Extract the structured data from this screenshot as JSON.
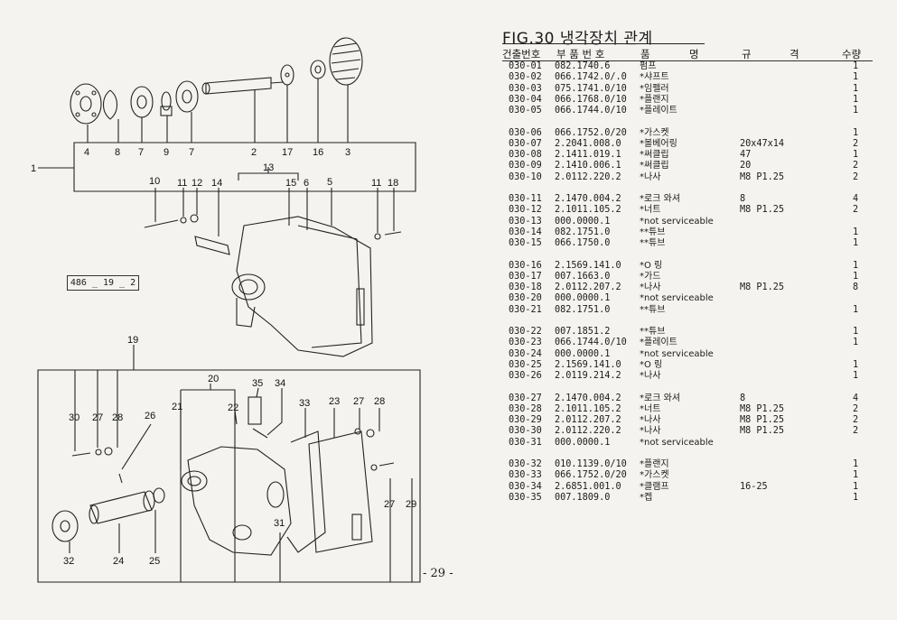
{
  "title": "FIG.30 냉각장치 관계",
  "headers": {
    "code": "건출번호",
    "part_no": "부 품 번 호",
    "name_a": "품",
    "name_b": "명",
    "spec_a": "규",
    "spec_b": "격",
    "qty": "수량"
  },
  "diagram": {
    "ref_box": "486 _ 19 _ 2",
    "top_numbers": [
      "4",
      "8",
      "7",
      "9",
      "7",
      "2",
      "17",
      "16",
      "3"
    ],
    "mid_numbers": [
      "1",
      "13",
      "10",
      "11",
      "12",
      "14",
      "15",
      "6",
      "5",
      "11",
      "18"
    ],
    "lower_group": "19",
    "lower_numbers": [
      "30",
      "27",
      "28",
      "26",
      "20",
      "21",
      "22",
      "35",
      "34",
      "33",
      "23",
      "27",
      "28",
      "27",
      "29",
      "31",
      "32",
      "24",
      "25"
    ]
  },
  "parts": [
    {
      "code": "030-01",
      "part": "082.1740.6",
      "name": "펌프",
      "spec": "",
      "qty": "1"
    },
    {
      "code": "030-02",
      "part": "066.1742.0/.0",
      "name": "*샤프트",
      "spec": "",
      "qty": "1"
    },
    {
      "code": "030-03",
      "part": "075.1741.0/10",
      "name": "*임펠러",
      "spec": "",
      "qty": "1"
    },
    {
      "code": "030-04",
      "part": "066.1768.0/10",
      "name": "*플랜지",
      "spec": "",
      "qty": "1"
    },
    {
      "code": "030-05",
      "part": "066.1744.0/10",
      "name": "*플레이트",
      "spec": "",
      "qty": "1"
    },
    {
      "code": "",
      "part": "",
      "name": "",
      "spec": "",
      "qty": ""
    },
    {
      "code": "030-06",
      "part": "066.1752.0/20",
      "name": "*가스켓",
      "spec": "",
      "qty": "1"
    },
    {
      "code": "030-07",
      "part": "2.2041.008.0",
      "name": "*볼베어링",
      "spec": "20x47x14",
      "qty": "2"
    },
    {
      "code": "030-08",
      "part": "2.1411.019.1",
      "name": "*써클립",
      "spec": "47",
      "qty": "1"
    },
    {
      "code": "030-09",
      "part": "2.1410.006.1",
      "name": "*써클립",
      "spec": "20",
      "qty": "2"
    },
    {
      "code": "030-10",
      "part": "2.0112.220.2",
      "name": "*나사",
      "spec": "M8 P1.25",
      "qty": "2"
    },
    {
      "code": "",
      "part": "",
      "name": "",
      "spec": "",
      "qty": ""
    },
    {
      "code": "030-11",
      "part": "2.1470.004.2",
      "name": "*로크 와셔",
      "spec": "8",
      "qty": "4"
    },
    {
      "code": "030-12",
      "part": "2.1011.105.2",
      "name": "*너트",
      "spec": "M8 P1.25",
      "qty": "2"
    },
    {
      "code": "030-13",
      "part": "000.0000.1",
      "name": "*not serviceable",
      "spec": "",
      "qty": ""
    },
    {
      "code": "030-14",
      "part": "082.1751.0",
      "name": "**튜브",
      "spec": "",
      "qty": "1"
    },
    {
      "code": "030-15",
      "part": "066.1750.0",
      "name": "**튜브",
      "spec": "",
      "qty": "1"
    },
    {
      "code": "",
      "part": "",
      "name": "",
      "spec": "",
      "qty": ""
    },
    {
      "code": "030-16",
      "part": "2.1569.141.0",
      "name": "*O 링",
      "spec": "",
      "qty": "1"
    },
    {
      "code": "030-17",
      "part": "007.1663.0",
      "name": "*가드",
      "spec": "",
      "qty": "1"
    },
    {
      "code": "030-18",
      "part": "2.0112.207.2",
      "name": "*나사",
      "spec": "M8 P1.25",
      "qty": "8"
    },
    {
      "code": "030-20",
      "part": "000.0000.1",
      "name": "*not serviceable",
      "spec": "",
      "qty": ""
    },
    {
      "code": "030-21",
      "part": "082.1751.0",
      "name": "**튜브",
      "spec": "",
      "qty": "1"
    },
    {
      "code": "",
      "part": "",
      "name": "",
      "spec": "",
      "qty": ""
    },
    {
      "code": "030-22",
      "part": "007.1851.2",
      "name": "**튜브",
      "spec": "",
      "qty": "1"
    },
    {
      "code": "030-23",
      "part": "066.1744.0/10",
      "name": "*플레이트",
      "spec": "",
      "qty": "1"
    },
    {
      "code": "030-24",
      "part": "000.0000.1",
      "name": "*not serviceable",
      "spec": "",
      "qty": ""
    },
    {
      "code": "030-25",
      "part": "2.1569.141.0",
      "name": "*O 링",
      "spec": "",
      "qty": "1"
    },
    {
      "code": "030-26",
      "part": "2.0119.214.2",
      "name": "*나사",
      "spec": "",
      "qty": "1"
    },
    {
      "code": "",
      "part": "",
      "name": "",
      "spec": "",
      "qty": ""
    },
    {
      "code": "030-27",
      "part": "2.1470.004.2",
      "name": "*로크 와셔",
      "spec": "8",
      "qty": "4"
    },
    {
      "code": "030-28",
      "part": "2.1011.105.2",
      "name": "*너트",
      "spec": "M8 P1.25",
      "qty": "2"
    },
    {
      "code": "030-29",
      "part": "2.0112.207.2",
      "name": "*나사",
      "spec": "M8 P1.25",
      "qty": "2"
    },
    {
      "code": "030-30",
      "part": "2.0112.220.2",
      "name": "*나사",
      "spec": "M8 P1.25",
      "qty": "2"
    },
    {
      "code": "030-31",
      "part": "000.0000.1",
      "name": "*not serviceable",
      "spec": "",
      "qty": ""
    },
    {
      "code": "",
      "part": "",
      "name": "",
      "spec": "",
      "qty": ""
    },
    {
      "code": "030-32",
      "part": "010.1139.0/10",
      "name": "*플랜지",
      "spec": "",
      "qty": "1"
    },
    {
      "code": "030-33",
      "part": "066.1752.0/20",
      "name": "*가스켓",
      "spec": "",
      "qty": "1"
    },
    {
      "code": "030-34",
      "part": "2.6851.001.0",
      "name": "*클램프",
      "spec": "16-25",
      "qty": "1"
    },
    {
      "code": "030-35",
      "part": "007.1809.0",
      "name": "*켑",
      "spec": "",
      "qty": "1"
    }
  ],
  "page_number": "- 29 -"
}
